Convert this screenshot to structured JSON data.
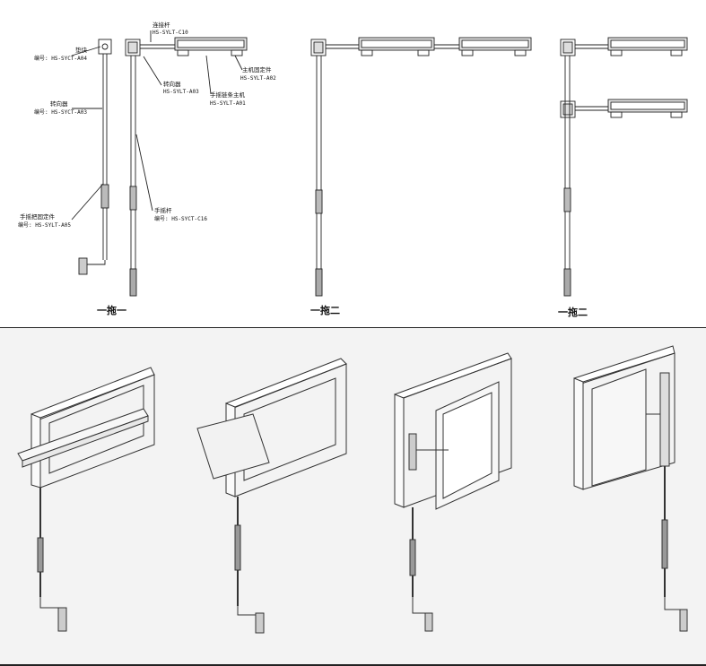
{
  "colors": {
    "line": "#222222",
    "panel_bg": "#f3f3f3",
    "accent_stroke": "#333333"
  },
  "labels": {
    "pad_name": "垫块",
    "pad_code": "编号: HS-SYCT-A04",
    "turner_left_name": "转向器",
    "turner_left_code": "编号: HS-SYCT-A03",
    "handle_fix_name": "手摇把固定件",
    "handle_fix_code": "编号: HS-SYLT-A05",
    "link_rod_name": "连接杆",
    "link_rod_code": "HS-SYLT-C10",
    "turner_right_name": "转向器",
    "turner_right_code": "HS-SYLT-A03",
    "host_fix_name": "主机固定件",
    "host_fix_code": "HS-SYLT-A02",
    "chain_host_name": "手摇链条主机",
    "chain_host_code": "HS-SYLT-A01",
    "crank_rod_name": "手摇杆",
    "crank_rod_code": "编号: HS-SYCT-C16"
  },
  "captions": [
    "一拖一",
    "一拖二",
    "一拖二"
  ]
}
